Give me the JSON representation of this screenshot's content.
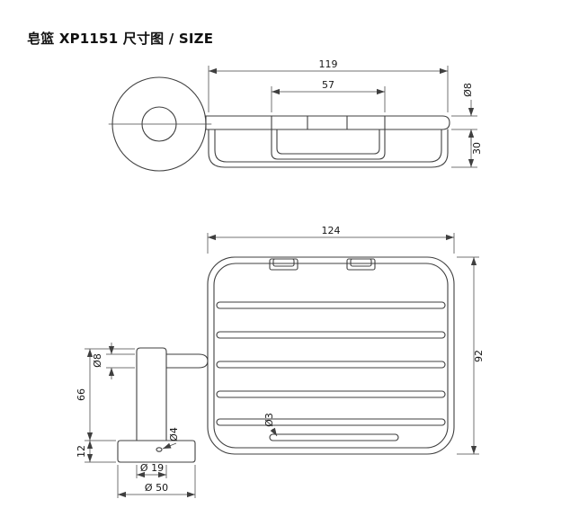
{
  "title": "皂篮 XP1151 尺寸图 / SIZE",
  "side_view": {
    "overall_width": "119",
    "handle_width": "57",
    "bar_diameter": "Ø8",
    "basket_height": "30"
  },
  "plan_view": {
    "overall_width": "124",
    "overall_depth": "92",
    "wire_diameter": "Ø3"
  },
  "post_view": {
    "arm_diameter": "Ø8",
    "post_height": "66",
    "base_height": "12",
    "hole_diameter": "Ø4",
    "post_diameter": "Ø 19",
    "base_diameter": "Ø 50"
  }
}
